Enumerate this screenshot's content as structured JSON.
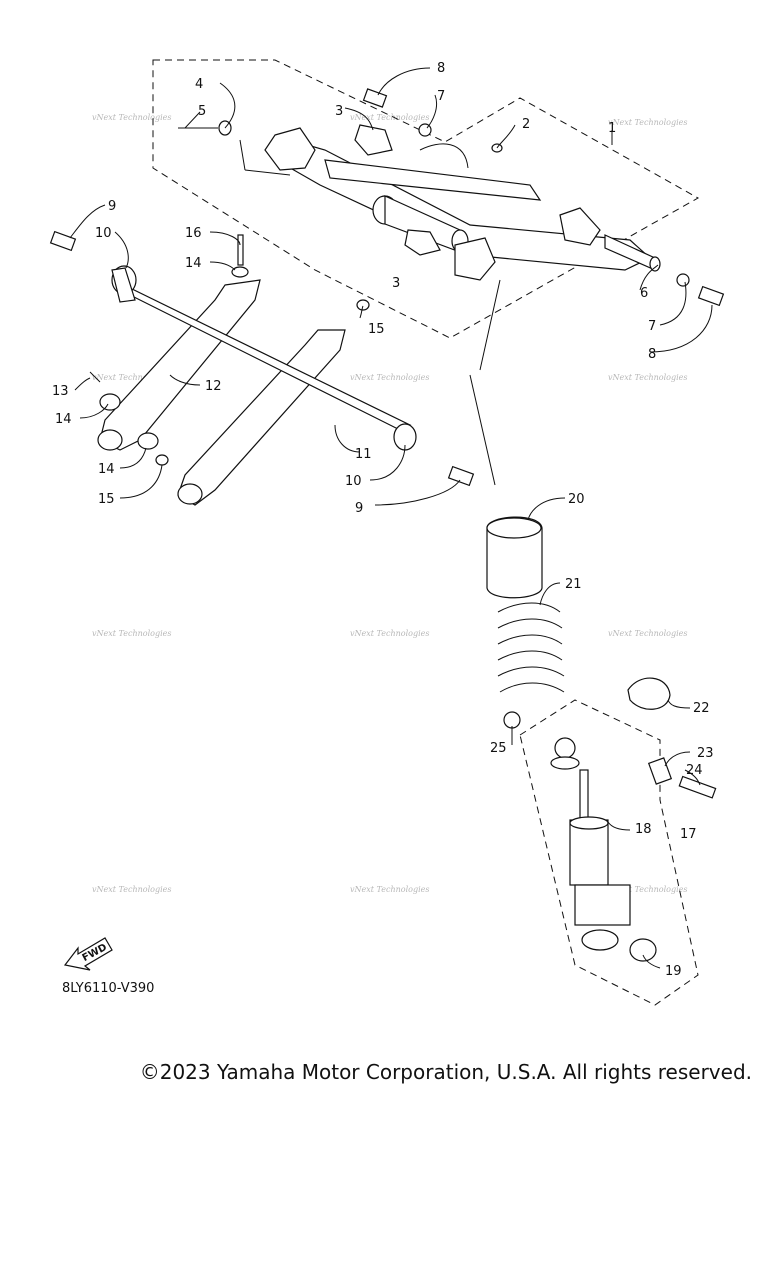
{
  "diagram": {
    "reference_code": "8LY6110-V390",
    "fwd_label": "FWD",
    "watermark": "vNext Technologies",
    "callouts": [
      {
        "n": "1"
      },
      {
        "n": "2"
      },
      {
        "n": "3"
      },
      {
        "n": "3"
      },
      {
        "n": "4"
      },
      {
        "n": "5"
      },
      {
        "n": "6"
      },
      {
        "n": "7"
      },
      {
        "n": "7"
      },
      {
        "n": "8"
      },
      {
        "n": "8"
      },
      {
        "n": "9"
      },
      {
        "n": "9"
      },
      {
        "n": "10"
      },
      {
        "n": "10"
      },
      {
        "n": "11"
      },
      {
        "n": "12"
      },
      {
        "n": "13"
      },
      {
        "n": "14"
      },
      {
        "n": "14"
      },
      {
        "n": "14"
      },
      {
        "n": "15"
      },
      {
        "n": "15"
      },
      {
        "n": "16"
      },
      {
        "n": "17"
      },
      {
        "n": "18"
      },
      {
        "n": "19"
      },
      {
        "n": "20"
      },
      {
        "n": "21"
      },
      {
        "n": "22"
      },
      {
        "n": "23"
      },
      {
        "n": "24"
      },
      {
        "n": "25"
      }
    ]
  },
  "footer": {
    "copyright": "©2023 Yamaha Motor Corporation, U.S.A. All rights reserved."
  }
}
